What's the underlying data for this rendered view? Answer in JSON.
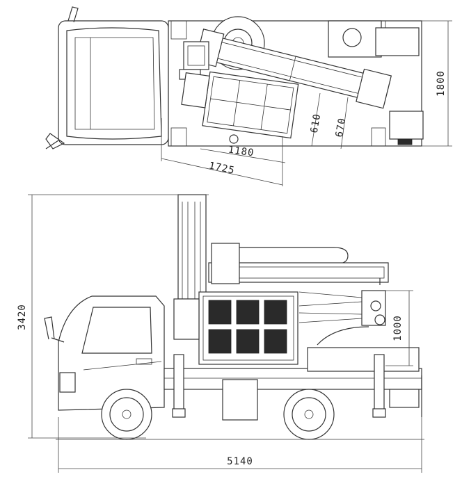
{
  "dimensions": {
    "total_length": "5140",
    "total_height": "3420",
    "total_width": "1800",
    "outrigger_span": "1725",
    "platform_length": "1180",
    "platform_width_a": "610",
    "platform_width_b": "670",
    "platform_height": "1000"
  }
}
